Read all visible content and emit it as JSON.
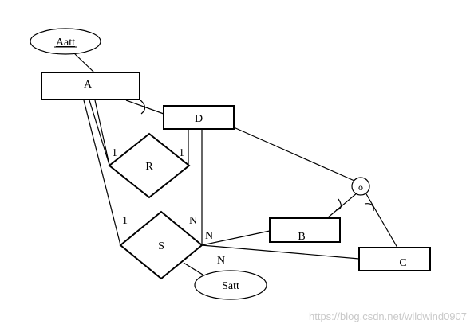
{
  "entities": {
    "a": {
      "label": "A"
    },
    "d": {
      "label": "D"
    },
    "b": {
      "label": "B"
    },
    "c": {
      "label": "C"
    }
  },
  "relationships": {
    "r": {
      "label": "R"
    },
    "s": {
      "label": "S"
    }
  },
  "attributes": {
    "aatt": {
      "label": "Aatt",
      "is_key": true
    },
    "satt": {
      "label": "Satt",
      "is_key": false
    }
  },
  "specialization": {
    "symbol": "o"
  },
  "cardinalities": {
    "r_a": "1",
    "r_d": "1",
    "s_a": "1",
    "s_d": "N",
    "s_b": "N",
    "s_c": "N"
  },
  "watermark": "https://blog.csdn.net/wildwind0907"
}
